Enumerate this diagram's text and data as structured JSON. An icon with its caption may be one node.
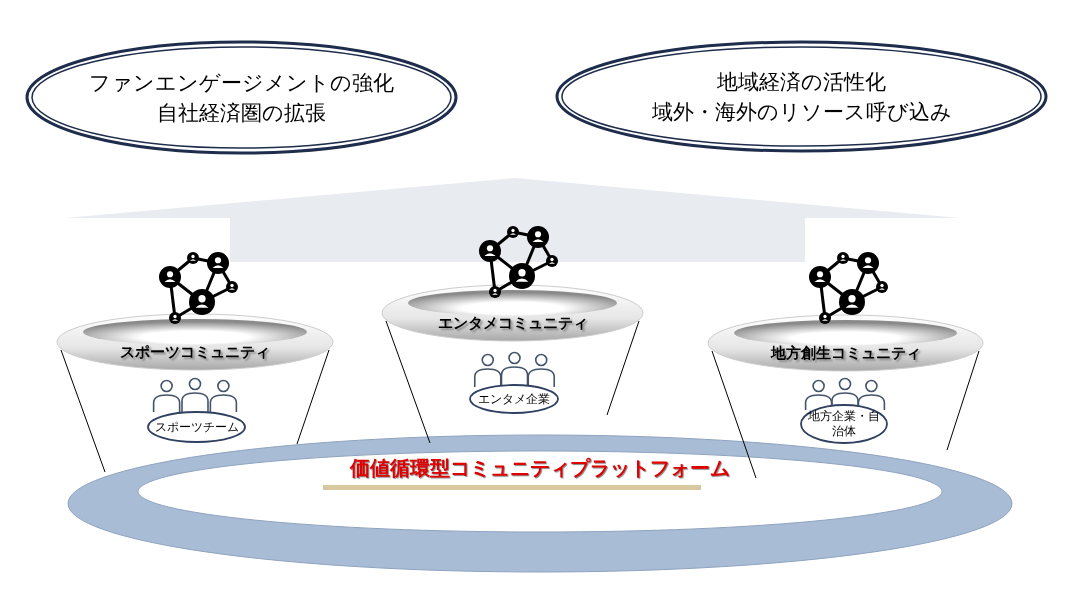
{
  "diagram": {
    "nodes": [
      {
        "text": [
          "ファンエンゲージメントの強化",
          "自社経済圏の拡張"
        ]
      },
      {
        "text": [
          "地域経済の活性化",
          "域外・海外のリソース呼び込み"
        ]
      },
      {
        "text": [
          "スポーツコミュニティ"
        ]
      },
      {
        "text": [
          "スポーツチーム"
        ],
        "in": 2
      },
      {
        "text": [
          "エンタメコミュニティ"
        ]
      },
      {
        "text": [
          "エンタメ企業"
        ],
        "in": 4
      },
      {
        "text": [
          "地方創生コミュニティ"
        ]
      },
      {
        "text": [
          "地方企業・自治体"
        ],
        "in": 6
      },
      {
        "text": [
          "価値循環型コミュニティプラットフォーム"
        ]
      }
    ]
  }
}
